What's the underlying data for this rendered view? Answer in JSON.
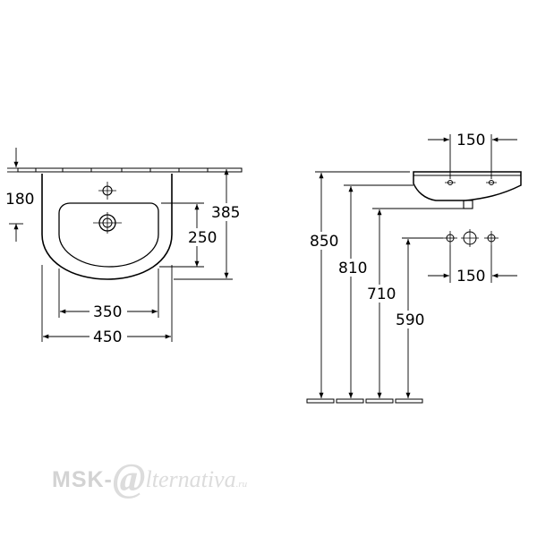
{
  "dimensions": {
    "top_view": {
      "d180": "180",
      "d385": "385",
      "d250": "250",
      "d350": "350",
      "d450": "450"
    },
    "side_view": {
      "d150_top": "150",
      "d150_bottom": "150",
      "d850": "850",
      "d810": "810",
      "d710": "710",
      "d590": "590"
    }
  },
  "watermark": {
    "part_a": "MSK-",
    "at_sign": "@",
    "part_b": "lternativa",
    "part_c": ".ru"
  }
}
